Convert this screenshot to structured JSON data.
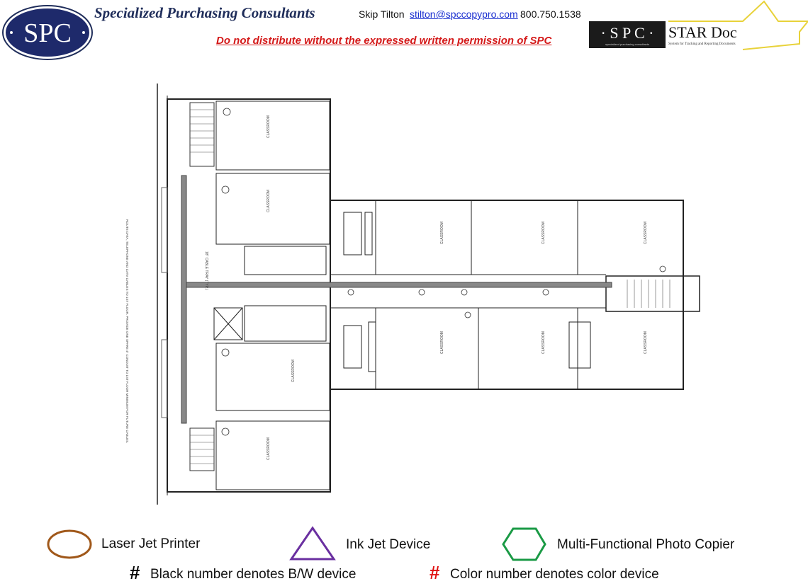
{
  "header": {
    "logo_text": "SPC",
    "company_name": "Specialized Purchasing Consultants",
    "contact_name": "Skip Tilton",
    "contact_email": "stilton@spccopypro.com",
    "contact_phone": "800.750.1538",
    "warning": "Do not distribute without the expressed written permission of SPC",
    "star_logo": {
      "left": "SPC",
      "right": "STAR Doc",
      "sub_left": "specialized purchasing consultants",
      "sub_right": "System for Tracking and Reporting Documents"
    }
  },
  "floor_plan": {
    "note": "ROUTE DATA, TELEPHONE AND CATV CABLES TO 1ST FLOOR. PROVIDE ONE SPARE 4\" CONDUIT TO 1ST FLOOR MINIMUM FOR FUTURE CABLES.",
    "cable_tray_label": "18\" CABLE TRAY (TYP.)"
  },
  "legend": {
    "laser": "Laser Jet Printer",
    "inkjet": "Ink Jet Device",
    "mfp": "Multi-Functional Photo Copier",
    "hash": "#",
    "bw": "Black number denotes B/W device",
    "color": "Color number denotes color device",
    "colors": {
      "laser": "#a0581a",
      "inkjet": "#6a2fa0",
      "mfp": "#1a9a45",
      "color_hash": "#e01010"
    }
  }
}
